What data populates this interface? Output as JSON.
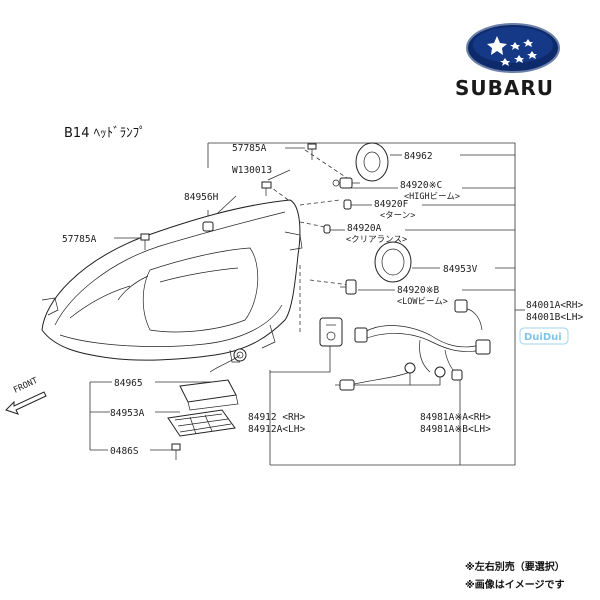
{
  "brand": {
    "name": "SUBARU",
    "colors": {
      "oval": "#0d2a6b",
      "oval_hi": "#2a56b0",
      "star": "#ffffff"
    }
  },
  "diagram": {
    "title": "B14 ﾍｯﾄﾞﾗﾝﾌﾟ",
    "front_label": "FRONT",
    "labels": {
      "p57785a_top": "57785A",
      "w130013": "W130013",
      "p84956h": "84956H",
      "p57785a_left": "57785A",
      "p84962": "84962",
      "p84920c": "84920※C",
      "p84920c_sub": "<HIGHビーム>",
      "p84920f": "84920F",
      "p84920f_sub": "<ターン>",
      "p84920a": "84920A",
      "p84920a_sub": "<クリアランス>",
      "p84953v": "84953V",
      "p84920b": "84920※B",
      "p84920b_sub": "<LOWビーム>",
      "p84001a": "84001A<RH>",
      "p84001b": "84001B<LH>",
      "p84965": "84965",
      "p84953a": "84953A",
      "p0486s": "0486S",
      "p84912": "84912 <RH>",
      "p84912a": "84912A<LH>",
      "p84981a": "84981A※A<RH>",
      "p84981a_b": "84981A※B<LH>"
    },
    "watermark": "DuiDui",
    "notes": [
      "※左右別売（要選択）",
      "※画像はイメージです"
    ]
  }
}
